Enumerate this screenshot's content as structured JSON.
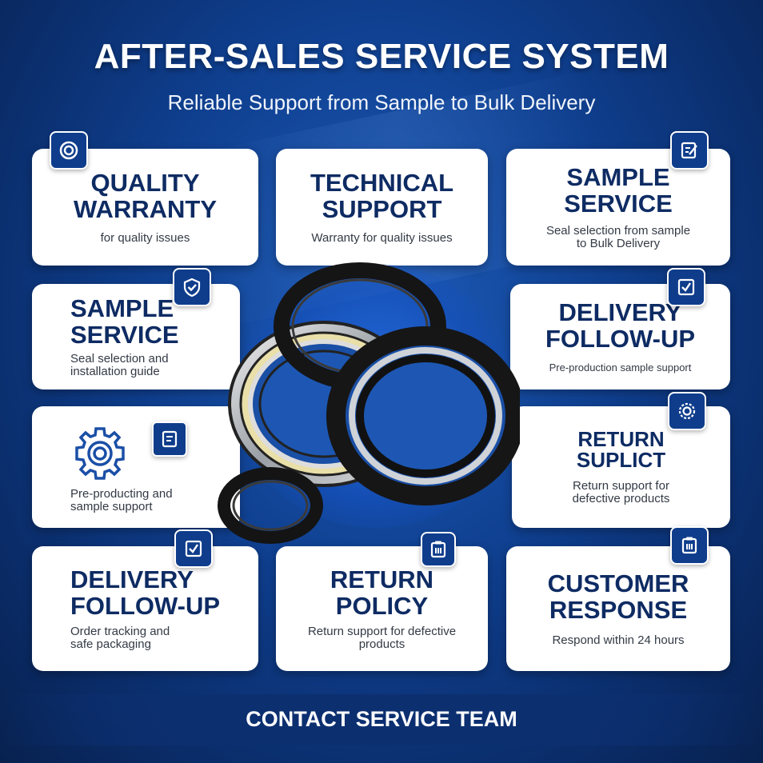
{
  "header": {
    "title": "AFTER-SALES SERVICE SYSTEM",
    "subtitle": "Reliable Support from Sample to Bulk Delivery"
  },
  "cards": {
    "quality_warranty": {
      "head": "QUALITY\nWARRANTY",
      "desc": "for quality issues",
      "icon": "ring-target-icon"
    },
    "technical_support": {
      "head": "TECHNICAL\nSUPPORT",
      "desc": "Warranty for quality issues"
    },
    "sample_service_top": {
      "head": "SAMPLE\nSERVICE",
      "desc": "Seal selection from sample\nto Bulk Delivery",
      "icon": "edit-document-icon"
    },
    "sample_service_left": {
      "head": "SAMPLE\nSERVICE",
      "desc": "Seal selection and\ninstallation guide",
      "icon": "shield-check-icon"
    },
    "delivery_followup_right": {
      "head": "DELIVERY\nFOLLOW-UP",
      "desc": "Pre-production sample support",
      "icon": "checkbox-icon"
    },
    "pre_producting": {
      "desc": "Pre-producting and\nsample support",
      "icon": "document-icon",
      "illustration": "gear-icon"
    },
    "return_suplict": {
      "head": "RETURN\nSUPLICT",
      "desc": "Return support for\ndefective products",
      "icon": "gear-badge-icon"
    },
    "delivery_followup_bottom": {
      "head": "DELIVERY\nFOLLOW-UP",
      "desc": "Order tracking and\nsafe packaging",
      "icon": "checkbox-icon"
    },
    "return_policy": {
      "head": "RETURN\nPOLICY",
      "desc": "Return support for defective\nproducts",
      "icon": "clipboard-icon"
    },
    "customer_response": {
      "head": "CUSTOMER\nRESPONSE",
      "desc": "Respond within 24 hours",
      "icon": "clipboard-icon"
    }
  },
  "footer": {
    "cta": "CONTACT SERVICE TEAM"
  },
  "colors": {
    "background": "#0f3f8f",
    "heading": "#0e2b63",
    "badge": "#0f3d8c"
  }
}
